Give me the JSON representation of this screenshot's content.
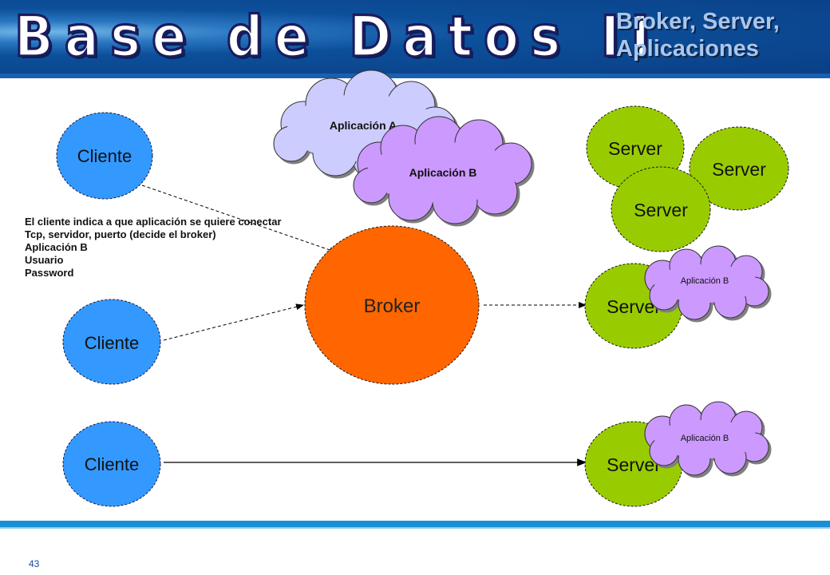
{
  "header": {
    "title": "Base de Datos II",
    "subtitle_line1": "Broker, Server,",
    "subtitle_line2": "Aplicaciones"
  },
  "diagram": {
    "clients": [
      "Cliente",
      "Cliente",
      "Cliente"
    ],
    "broker": "Broker",
    "servers": [
      "Server",
      "Server",
      "Server",
      "Server",
      "Server"
    ],
    "applications": {
      "app_a": "Aplicación A",
      "app_b": "Aplicación B",
      "app_b_server1": "Aplicación B",
      "app_b_server2": "Aplicación B"
    },
    "note_lines": [
      "El cliente indica a que aplicación se quiere conectar",
      "Tcp, servidor, puerto (decide el broker)",
      "Aplicación B",
      "Usuario",
      "Password"
    ]
  },
  "footer": {
    "page_number": "43"
  },
  "colors": {
    "client": "#3399ff",
    "server": "#99cc00",
    "broker": "#ff6600",
    "app_a": "#ccccff",
    "app_b": "#cc99ff",
    "header_bg": "#0a3f86"
  }
}
